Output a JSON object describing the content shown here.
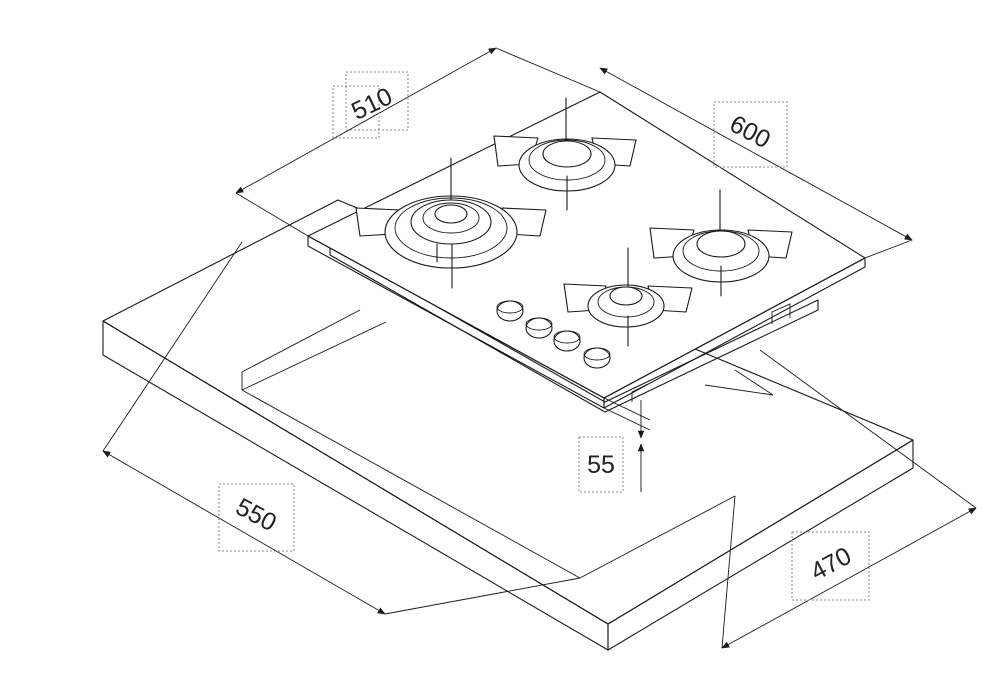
{
  "diagram": {
    "subject": "built-in gas hob installation dimensions",
    "units": "mm",
    "dimensions": {
      "hob_depth": "510",
      "hob_width": "600",
      "build_in_height": "55",
      "cutout_width": "550",
      "cutout_depth": "470"
    }
  }
}
